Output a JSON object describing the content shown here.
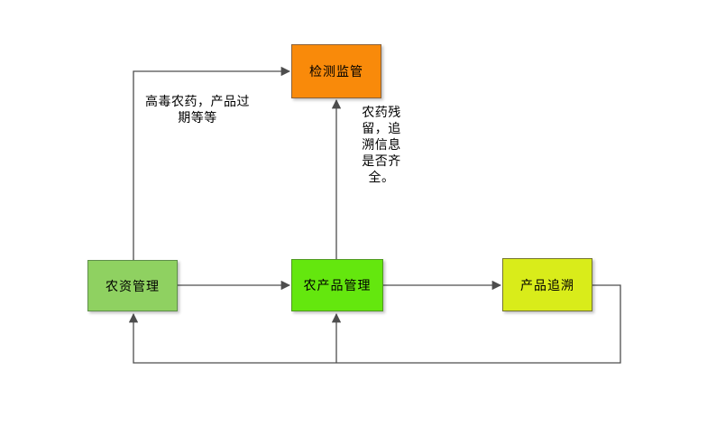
{
  "diagram": {
    "colors": {
      "background": "#ffffff",
      "line": "#4d4d4d",
      "text": "#000000"
    },
    "nodes": [
      {
        "id": "inspection-supervision",
        "label": "检测监管",
        "fill": "#f98a0a",
        "border": "#8c6239"
      },
      {
        "id": "agri-materials-management",
        "label": "农资管理",
        "fill": "#8fd161",
        "border": "#5f8f4a"
      },
      {
        "id": "agri-products-management",
        "label": "农产品管理",
        "fill": "#64e70e",
        "border": "#4f9a1f"
      },
      {
        "id": "product-traceability",
        "label": "产品追溯",
        "fill": "#d9ec1a",
        "border": "#75752e"
      }
    ],
    "notes": [
      {
        "id": "left-note",
        "text": "高毒农药，产品过\n期等等"
      },
      {
        "id": "right-note",
        "text": "农药残\n留，追\n溯信息\n是否齐\n全。"
      }
    ],
    "edges": [
      {
        "from": "agri-materials-management",
        "to": "inspection-supervision"
      },
      {
        "from": "agri-products-management",
        "to": "inspection-supervision"
      },
      {
        "from": "agri-materials-management",
        "to": "agri-products-management"
      },
      {
        "from": "agri-products-management",
        "to": "product-traceability"
      },
      {
        "from": "product-traceability",
        "to": "agri-materials-management"
      },
      {
        "from": "product-traceability",
        "to": "agri-products-management"
      }
    ]
  }
}
